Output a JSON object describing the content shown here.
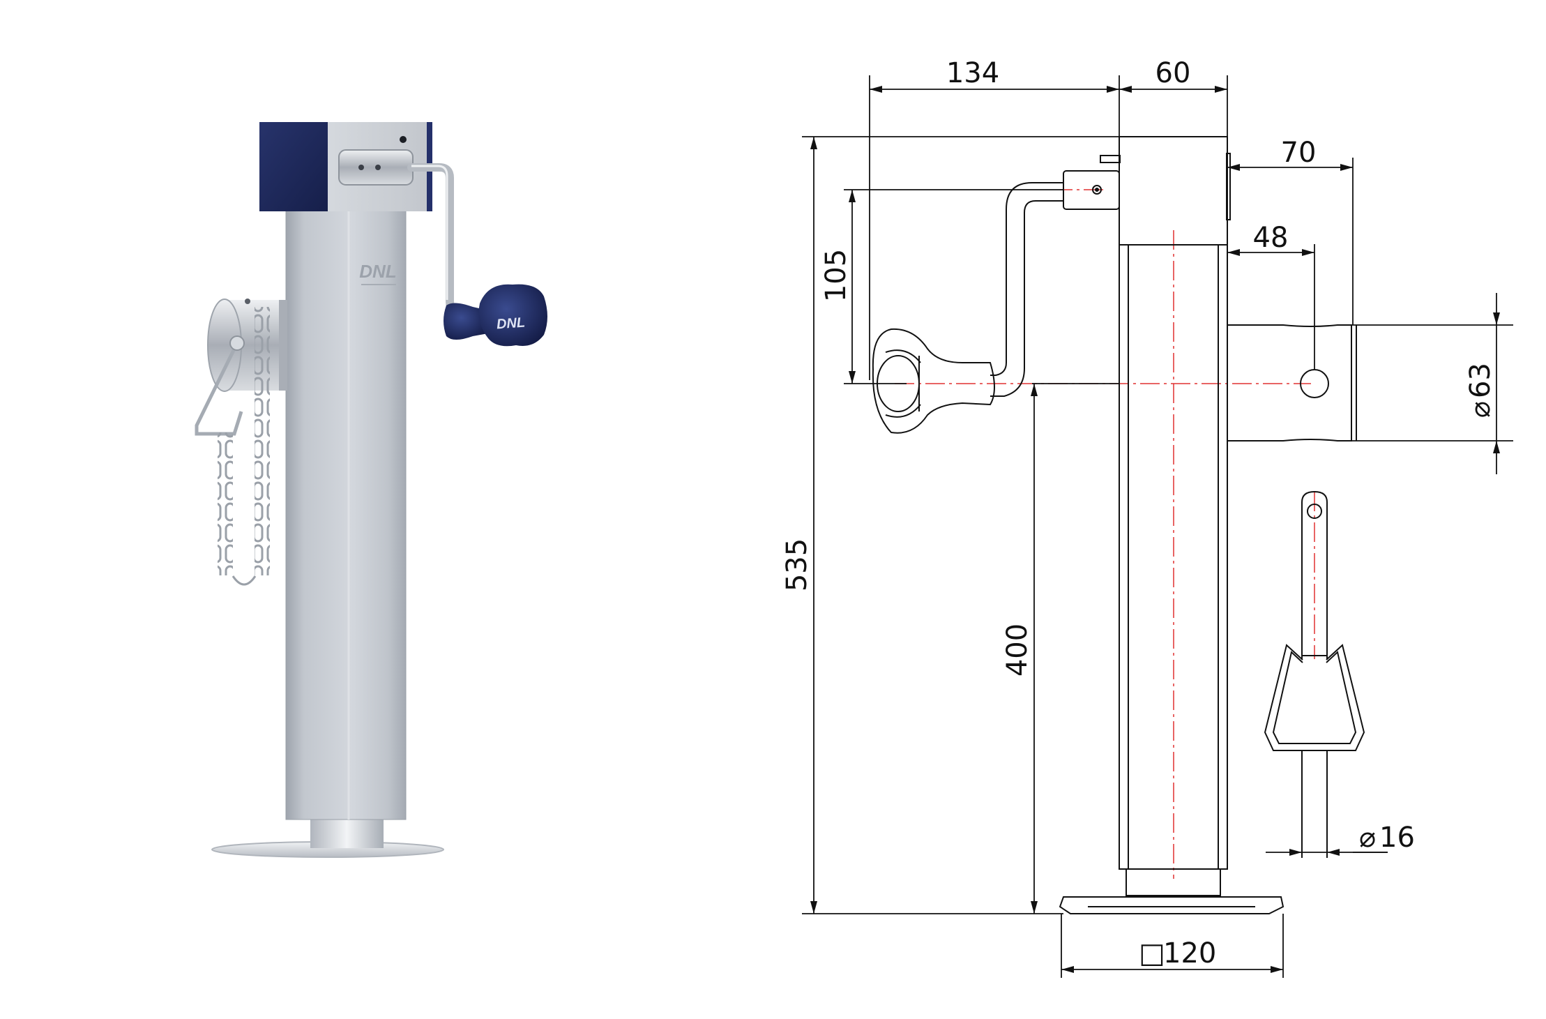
{
  "render": {
    "brand": "DNL"
  },
  "drawing": {
    "dimensions": {
      "handle_reach": "134",
      "housing_width": "60",
      "axle_offset": "70",
      "pin_hole_offset": "48",
      "crank_drop": "105",
      "overall_height": "535",
      "lower_height": "400",
      "tube_diameter": "63",
      "pin_diameter": "16",
      "footplate_size": "120"
    },
    "symbols": {
      "diameter": "⌀",
      "square": "□"
    }
  },
  "colors": {
    "line": "#111111",
    "centerline": "#e03030",
    "navy": "#1f2a5e",
    "steel": "#c7ccd3"
  }
}
